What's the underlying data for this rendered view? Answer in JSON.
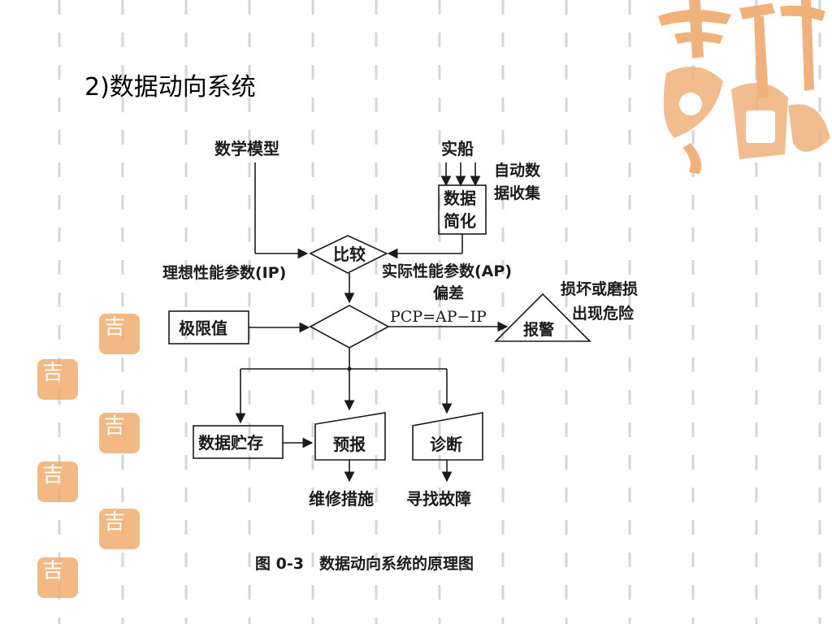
{
  "slide": {
    "title": "2)数据动向系统"
  },
  "decor": {
    "logo_glyph": "吉"
  },
  "diagram": {
    "nodes": {
      "math_model": "数学模型",
      "real_ship": "实船",
      "auto_collect_line1": "自动数",
      "auto_collect_line2": "据收集",
      "data_simplify_line1": "数据",
      "data_simplify_line2": "简化",
      "compare": "比较",
      "ideal_params": "理想性能参数(IP)",
      "actual_params": "实际性能参数(AP)",
      "deviation": "偏差",
      "limit_value": "极限值",
      "formula": "PCP=AP−IP",
      "damage_line1": "损坏或磨损",
      "damage_line2": "出现危险",
      "alarm": "报警",
      "data_storage": "数据贮存",
      "forecast": "预报",
      "diagnosis": "诊断",
      "repair_measures": "维修措施",
      "find_fault": "寻找故障"
    },
    "caption": "图 0-3　数据动向系统的原理图"
  }
}
